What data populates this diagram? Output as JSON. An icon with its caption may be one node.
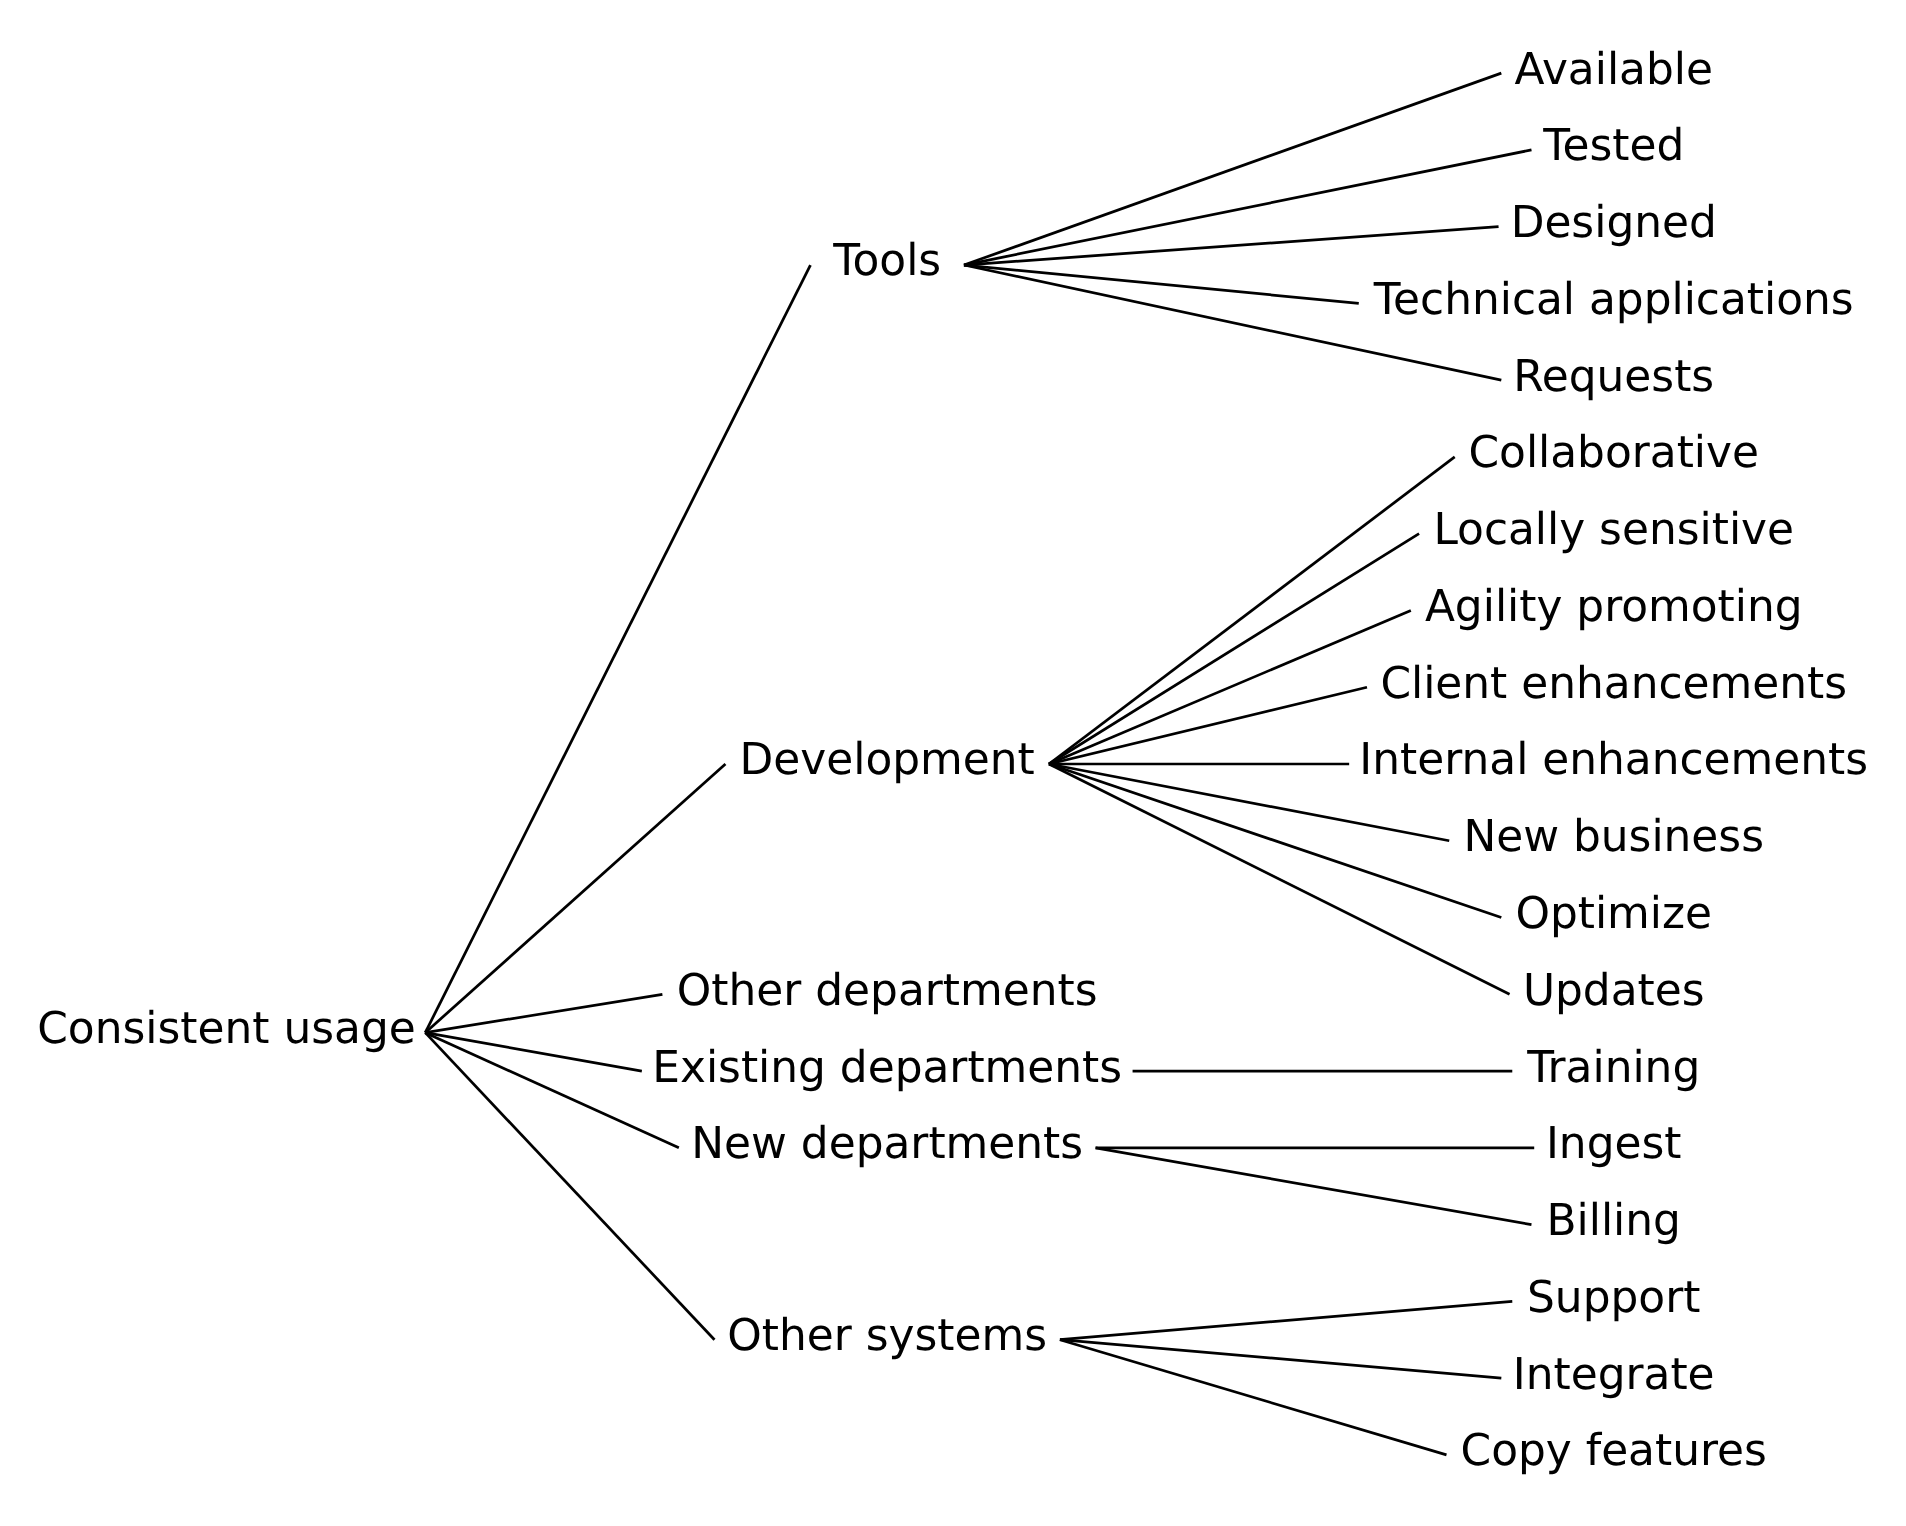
{
  "diagram": {
    "nodes": [
      {
        "text": [
          "Consistent usage"
        ]
      },
      {
        "text": [
          "Tools"
        ]
      },
      {
        "text": [
          "Available"
        ]
      },
      {
        "text": [
          "Tested"
        ]
      },
      {
        "text": [
          "Designed"
        ]
      },
      {
        "text": [
          "Technical applications"
        ]
      },
      {
        "text": [
          "Requests"
        ]
      },
      {
        "text": [
          "Development"
        ]
      },
      {
        "text": [
          "Collaborative"
        ]
      },
      {
        "text": [
          "Locally sensitive"
        ]
      },
      {
        "text": [
          "Agility promoting"
        ]
      },
      {
        "text": [
          "Client enhancements"
        ]
      },
      {
        "text": [
          "Internal enhancements"
        ]
      },
      {
        "text": [
          "New business"
        ]
      },
      {
        "text": [
          "Optimize"
        ]
      },
      {
        "text": [
          "Updates"
        ]
      },
      {
        "text": [
          "Other departments"
        ]
      },
      {
        "text": [
          "Existing departments"
        ]
      },
      {
        "text": [
          "Training"
        ]
      },
      {
        "text": [
          "New departments"
        ]
      },
      {
        "text": [
          "Ingest"
        ]
      },
      {
        "text": [
          "Billing"
        ]
      },
      {
        "text": [
          "Other systems"
        ]
      },
      {
        "text": [
          "Support"
        ]
      },
      {
        "text": [
          "Integrate"
        ]
      },
      {
        "text": [
          "Copy features"
        ]
      }
    ],
    "edges": [
      {
        "from": 0,
        "to": 1,
        "arrow": "none"
      },
      {
        "from": 1,
        "to": 2,
        "arrow": "none"
      },
      {
        "from": 1,
        "to": 3,
        "arrow": "none"
      },
      {
        "from": 1,
        "to": 4,
        "arrow": "none"
      },
      {
        "from": 1,
        "to": 5,
        "arrow": "none"
      },
      {
        "from": 1,
        "to": 6,
        "arrow": "none"
      },
      {
        "from": 0,
        "to": 7,
        "arrow": "none"
      },
      {
        "from": 7,
        "to": 8,
        "arrow": "none"
      },
      {
        "from": 7,
        "to": 9,
        "arrow": "none"
      },
      {
        "from": 7,
        "to": 10,
        "arrow": "none"
      },
      {
        "from": 7,
        "to": 11,
        "arrow": "none"
      },
      {
        "from": 7,
        "to": 12,
        "arrow": "none"
      },
      {
        "from": 7,
        "to": 13,
        "arrow": "none"
      },
      {
        "from": 7,
        "to": 14,
        "arrow": "none"
      },
      {
        "from": 7,
        "to": 15,
        "arrow": "none"
      },
      {
        "from": 0,
        "to": 16,
        "arrow": "none"
      },
      {
        "from": 0,
        "to": 17,
        "arrow": "none"
      },
      {
        "from": 17,
        "to": 18,
        "arrow": "none"
      },
      {
        "from": 0,
        "to": 19,
        "arrow": "none"
      },
      {
        "from": 19,
        "to": 20,
        "arrow": "none"
      },
      {
        "from": 19,
        "to": 21,
        "arrow": "none"
      },
      {
        "from": 0,
        "to": 22,
        "arrow": "none"
      },
      {
        "from": 22,
        "to": 23,
        "arrow": "none"
      },
      {
        "from": 22,
        "to": 24,
        "arrow": "none"
      },
      {
        "from": 22,
        "to": 25,
        "arrow": "none"
      }
    ]
  }
}
